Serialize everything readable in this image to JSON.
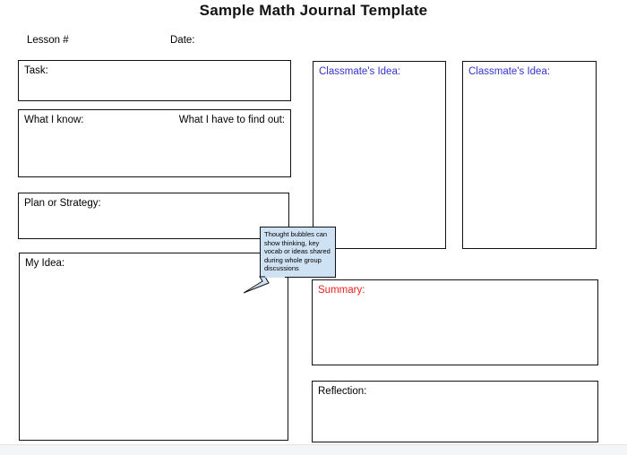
{
  "page": {
    "title": "Sample Math Journal Template",
    "lesson_label": "Lesson #",
    "date_label": "Date:"
  },
  "boxes": {
    "task": {
      "label": "Task:"
    },
    "know": {
      "label_left": "What I know:",
      "label_right": "What I have to find out:"
    },
    "plan": {
      "label": "Plan or Strategy:"
    },
    "my_idea": {
      "label": "My Idea:"
    },
    "classmate1": {
      "label": "Classmate's Idea:"
    },
    "classmate2": {
      "label": "Classmate's Idea:"
    },
    "summary": {
      "label": "Summary:"
    },
    "reflection": {
      "label": "Reflection:"
    }
  },
  "callout": {
    "text": "Thought bubbles can show thinking, key vocab or ideas shared during whole group discussions"
  },
  "colors": {
    "classmate_label": "#3333cc",
    "summary_label": "#ee2020",
    "callout_fill": "#cfe2f3",
    "box_border": "#111111",
    "footer_strip": "#f4f5f6"
  }
}
